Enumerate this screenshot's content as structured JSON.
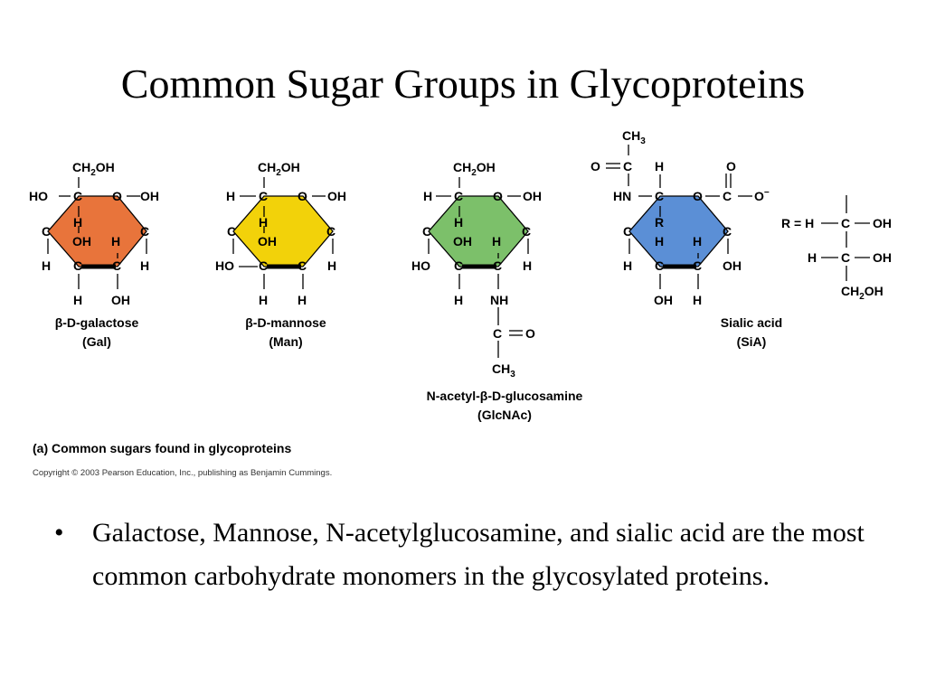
{
  "slide": {
    "title": "Common Sugar Groups in Glycoproteins",
    "bullet_marker": "•",
    "bullet_text": "Galactose, Mannose, N-acetylglucosamine, and sialic acid are the most common carbohydrate monomers in the glycosylated proteins."
  },
  "figure": {
    "panel_caption": "(a) Common sugars found in glycoproteins",
    "copyright": "Copyright © 2003 Pearson Education, Inc., publishing as Benjamin Cummings.",
    "colors": {
      "galactose": "#e8743b",
      "mannose": "#f2d20a",
      "glcnac": "#7cc06a",
      "sialic": "#5b8fd6"
    },
    "sugars": [
      {
        "caption_line1": "β-D-galactose",
        "caption_line2": "(Gal)"
      },
      {
        "caption_line1": "β-D-mannose",
        "caption_line2": "(Man)"
      },
      {
        "caption_line1": "N-acetyl-β-D-glucosamine",
        "caption_line2": "(GlcNAc)"
      },
      {
        "caption_line1": "Sialic acid",
        "caption_line2": "(SiA)"
      }
    ]
  }
}
